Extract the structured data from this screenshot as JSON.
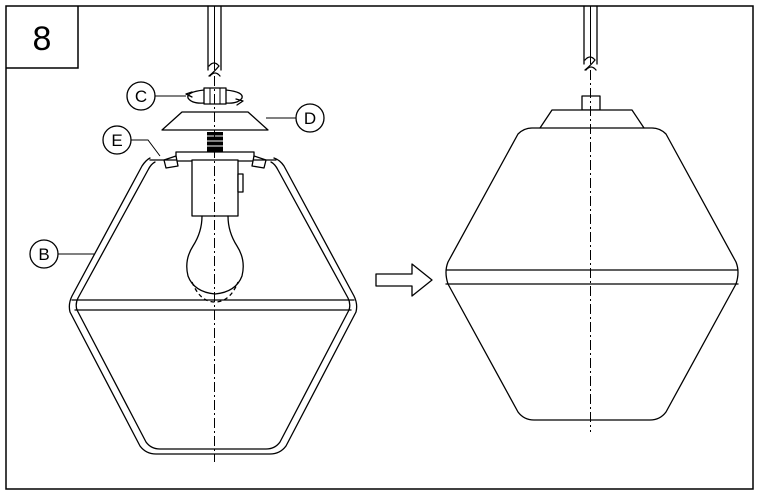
{
  "step": {
    "number": "8"
  },
  "callouts": [
    {
      "id": "c",
      "letter": "C"
    },
    {
      "id": "d",
      "letter": "D"
    },
    {
      "id": "e",
      "letter": "E"
    },
    {
      "id": "b",
      "letter": "B"
    }
  ],
  "icons": {
    "arrow": "right-arrow-icon",
    "rotate": "rotate-arrows-icon",
    "bulb": "light-bulb-icon"
  }
}
